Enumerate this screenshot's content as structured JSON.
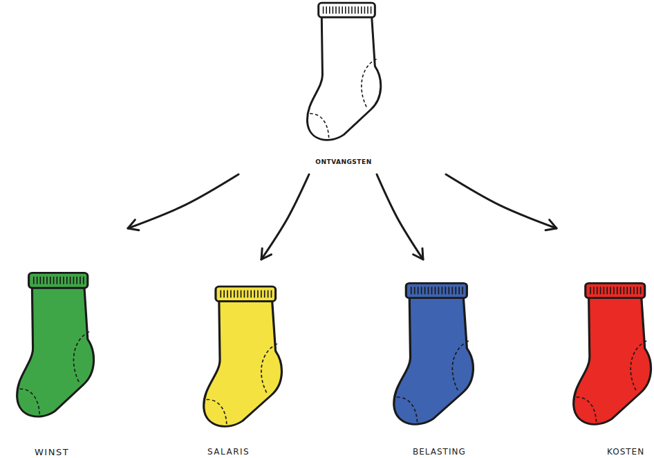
{
  "diagram": {
    "nodes": [
      {
        "text": [
          "ONTVANGSTEN"
        ]
      },
      {
        "text": [
          "WINST"
        ]
      },
      {
        "text": [
          "SALARIS"
        ]
      },
      {
        "text": [
          "BELASTING"
        ]
      },
      {
        "text": [
          "KOSTEN"
        ]
      }
    ],
    "edges": [
      {
        "from": 0,
        "to": 1,
        "arrow": "to"
      },
      {
        "from": 0,
        "to": 2,
        "arrow": "to"
      },
      {
        "from": 0,
        "to": 3,
        "arrow": "to"
      },
      {
        "from": 0,
        "to": 4,
        "arrow": "to"
      }
    ]
  }
}
